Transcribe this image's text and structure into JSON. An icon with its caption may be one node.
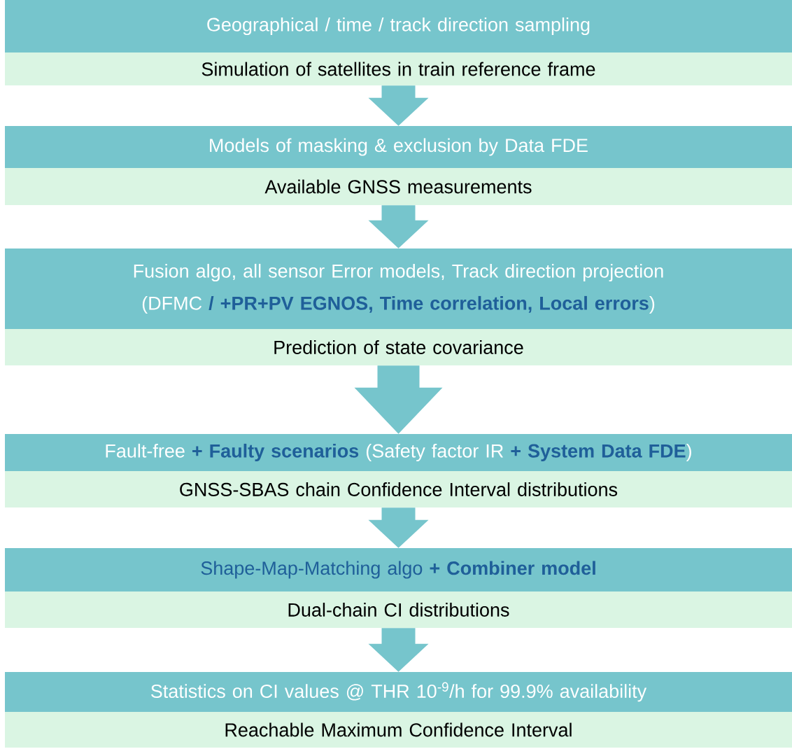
{
  "diagram": {
    "nodes": [
      {
        "text": [
          "Geographical / time / track direction sampling"
        ]
      },
      {
        "text": [
          "Simulation of satellites in train reference frame"
        ]
      },
      {
        "text": [
          "Models of masking & exclusion by Data FDE"
        ]
      },
      {
        "text": [
          "Available GNSS measurements"
        ]
      },
      {
        "text": [
          "Fusion algo, all sensor Error models, Track direction projection",
          "(DFMC **/ +PR+PV EGNOS, Time correlation, Local errors**)"
        ]
      },
      {
        "text": [
          "Prediction of state covariance"
        ]
      },
      {
        "text": [
          "Fault-free **+ Faulty scenarios** (Safety factor IR **+ System Data FDE**)"
        ]
      },
      {
        "text": [
          "GNSS-SBAS chain Confidence Interval distributions"
        ]
      },
      {
        "text": [
          "Shape-Map-Matching algo **+ Combiner model**"
        ]
      },
      {
        "text": [
          "Dual-chain CI distributions"
        ]
      },
      {
        "text": [
          "Statistics on CI values @ THR 10$^{-9}$/h for 99.9% availability"
        ]
      },
      {
        "text": [
          "Reachable Maximum Confidence Interval"
        ]
      }
    ],
    "edges": [
      {
        "from": 1,
        "to": 2,
        "arrow": "to"
      },
      {
        "from": 3,
        "to": 4,
        "arrow": "to"
      },
      {
        "from": 5,
        "to": 6,
        "arrow": "to"
      },
      {
        "from": 7,
        "to": 8,
        "arrow": "to"
      },
      {
        "from": 9,
        "to": 10,
        "arrow": "to"
      }
    ]
  }
}
